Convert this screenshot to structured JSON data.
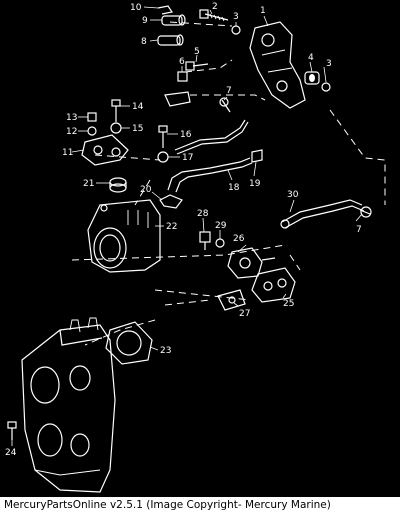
{
  "diagram": {
    "callouts": [
      "1",
      "2",
      "3",
      "3",
      "4",
      "5",
      "6",
      "7",
      "7",
      "8",
      "9",
      "10",
      "11",
      "12",
      "13",
      "14",
      "15",
      "16",
      "17",
      "18",
      "19",
      "20",
      "21",
      "22",
      "23",
      "24",
      "25",
      "26",
      "27",
      "28",
      "29",
      "30"
    ]
  },
  "footer": {
    "caption": "MercuryPartsOnline v2.5.1 (Image Copyright- Mercury Marine)"
  }
}
